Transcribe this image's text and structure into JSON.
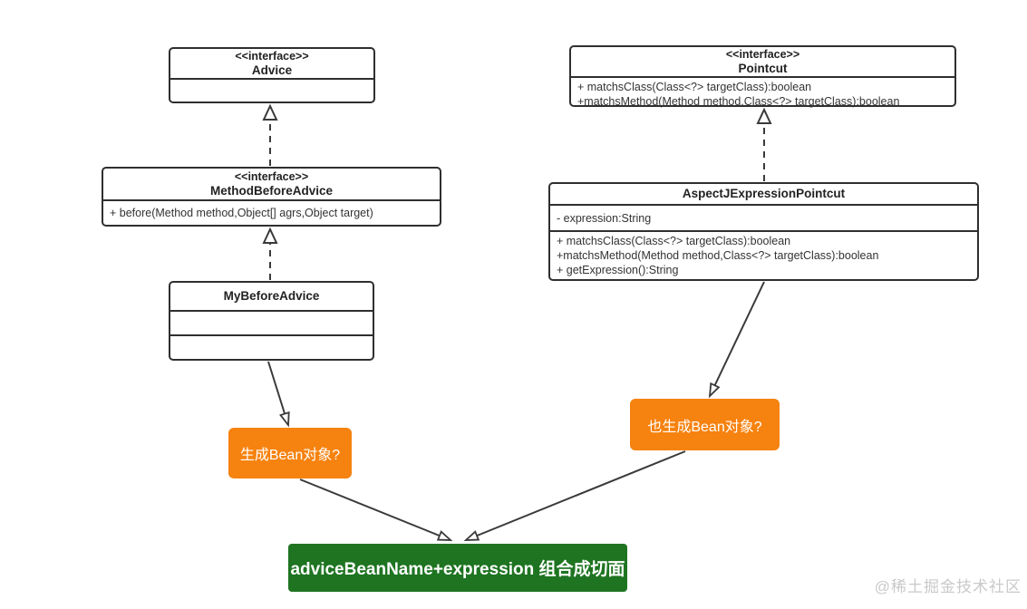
{
  "diagram": {
    "classes": {
      "advice": {
        "stereotype": "<<interface>>",
        "name": "Advice"
      },
      "method_before_advice": {
        "stereotype": "<<interface>>",
        "name": "MethodBeforeAdvice",
        "methods": [
          "+ before(Method method,Object[] agrs,Object target)"
        ]
      },
      "my_before_advice": {
        "name": "MyBeforeAdvice"
      },
      "pointcut": {
        "stereotype": "<<interface>>",
        "name": "Pointcut",
        "methods": [
          "+ matchsClass(Class<?> targetClass):boolean",
          "+matchsMethod(Method method,Class<?> targetClass):boolean"
        ]
      },
      "aspectj_expression_pointcut": {
        "name": "AspectJExpressionPointcut",
        "attributes": [
          "- expression:String"
        ],
        "methods": [
          "+ matchsClass(Class<?> targetClass):boolean",
          "+matchsMethod(Method method,Class<?> targetClass):boolean",
          "+ getExpression():String"
        ]
      }
    },
    "notes": {
      "generate_bean": {
        "text": "生成Bean对象?",
        "bg": "#f6820f",
        "text_color": "#ffffff"
      },
      "also_generate_bean": {
        "text": "也生成Bean对象?",
        "bg": "#f6820f",
        "text_color": "#ffffff"
      },
      "combine_aspect": {
        "text": "adviceBeanName+expression 组合成切面",
        "bg": "#1e7421",
        "text_color": "#ffffff"
      }
    },
    "relations": [
      {
        "from": "MethodBeforeAdvice",
        "to": "Advice",
        "type": "realization"
      },
      {
        "from": "MyBeforeAdvice",
        "to": "MethodBeforeAdvice",
        "type": "realization"
      },
      {
        "from": "AspectJExpressionPointcut",
        "to": "Pointcut",
        "type": "realization"
      },
      {
        "from": "MyBeforeAdvice",
        "to": "生成Bean对象?",
        "type": "arrow"
      },
      {
        "from": "AspectJExpressionPointcut",
        "to": "也生成Bean对象?",
        "type": "arrow"
      },
      {
        "from": "生成Bean对象?",
        "to": "adviceBeanName+expression 组合成切面",
        "type": "arrow"
      },
      {
        "from": "也生成Bean对象?",
        "to": "adviceBeanName+expression 组合成切面",
        "type": "arrow"
      }
    ],
    "watermark": "@稀土掘金技术社区",
    "colors": {
      "accent_orange": "#f6820f",
      "accent_green": "#1e7421",
      "line": "#3a3a3a",
      "watermark": "#c9c9c9"
    }
  }
}
